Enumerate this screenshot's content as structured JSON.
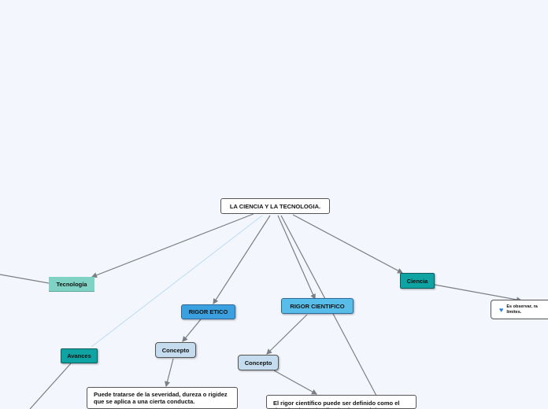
{
  "map": {
    "root": "LA CIENCIA Y LA TECNOLOGIA.",
    "tecnologia": "Tecnología",
    "avances": "Avances",
    "rigor_etico": "RIGOR ETICO",
    "rigor_cientifico": "RIGOR CIENTIFICO",
    "ciencia": "Ciencia",
    "concepto_etico": "Concepto",
    "concepto_cientifico": "Concepto",
    "etico_text": "Puede tratarse de la severidad, dureza o rigidez que se aplica a una cierta conducta.",
    "cientifico_text": "El rigor científico puede ser definido como el rigor intelectual aplicado al control de",
    "ciencia_text_line1": "Es observar, ra",
    "ciencia_text_line2": "límites."
  },
  "colors": {
    "background": "#f4f6fe",
    "link": "#7a7f86",
    "link_light": "#b9dcf0",
    "rigor_etico": "#3aa0e0",
    "rigor_cientifico": "#58bde8",
    "ciencia": "#0fa3a3",
    "tecnologia": "#7fd3c5",
    "concepto": "#c5dcef"
  },
  "icons": {
    "ciencia_note": "blue-heart-icon"
  }
}
